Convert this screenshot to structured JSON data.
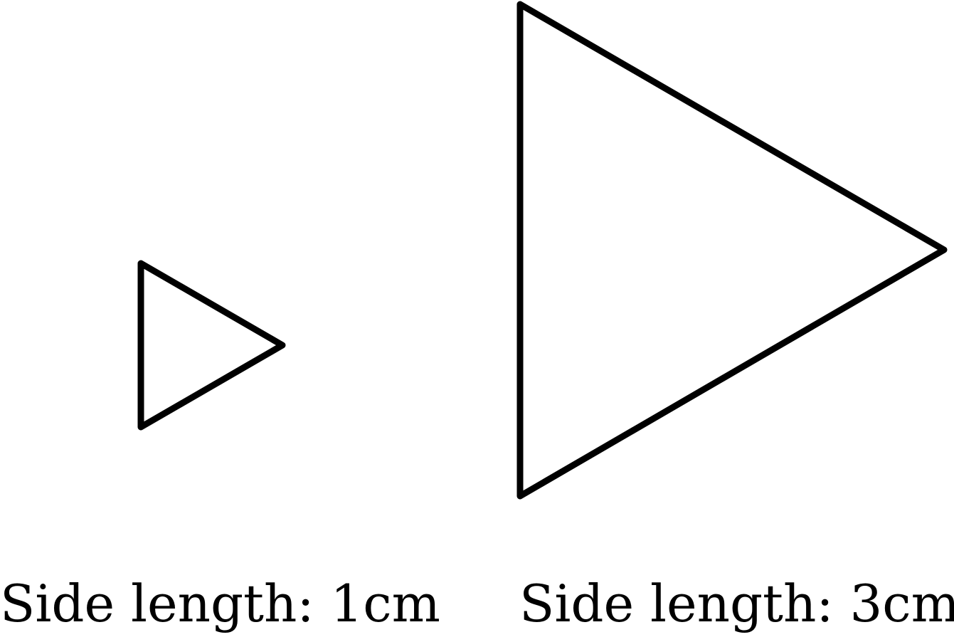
{
  "diagram": {
    "stroke_color": "#000000",
    "background_color": "#ffffff",
    "triangles": [
      {
        "id": "small",
        "side_length_cm": 1,
        "label": "Side length: 1cm"
      },
      {
        "id": "large",
        "side_length_cm": 3,
        "label": "Side length: 3cm"
      }
    ]
  }
}
